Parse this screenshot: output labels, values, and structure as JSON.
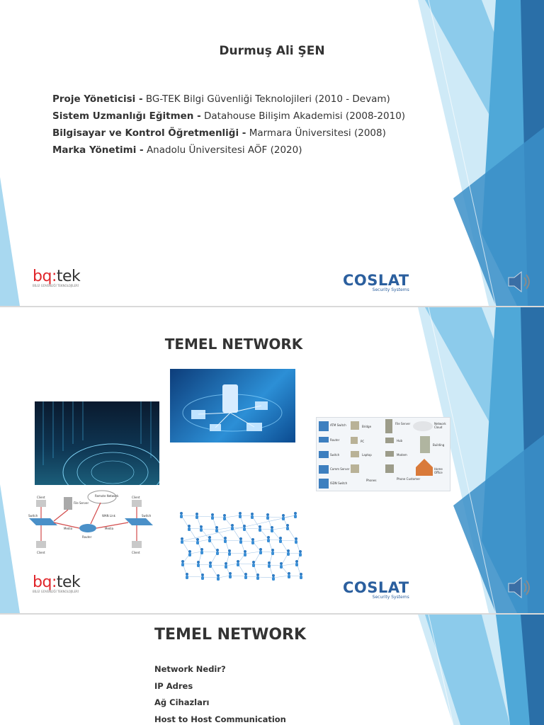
{
  "slide1": {
    "title": "Durmuş Ali ŞEN",
    "cv": [
      {
        "role": "Proje Yöneticisi -",
        "org": " BG-TEK Bilgi Güvenliği Teknolojileri (2010 - Devam)"
      },
      {
        "role": "Sistem Uzmanlığı Eğitmen -",
        "org": " Datahouse Bilişim Akademisi  (2008-2010)"
      },
      {
        "role": "Bilgisayar ve Kontrol Öğretmenliği -",
        "org": " Marmara Üniversitesi (2008)"
      },
      {
        "role": "Marka Yönetimi -",
        "org": " Anadolu Üniversitesi AÖF (2020)"
      }
    ]
  },
  "logos": {
    "bgtek_bq": "bq",
    "bgtek_colon": ":",
    "bgtek_tek": "tek",
    "bgtek_sub": "BİLGİ GÜVENLİĞİ TEKNOLOJİLERİ",
    "coslat": "COSLAT",
    "coslat_sub": "Security Systems"
  },
  "slide2": {
    "title": "TEMEL NETWORK",
    "device_labels": [
      "ATM Switch",
      "Bridge",
      "File Server",
      "Network Cloud",
      "Router",
      "PC",
      "Hub",
      "Building",
      "Switch",
      "Laptop",
      "Modem",
      "Comm Server",
      "Phones",
      "Home Office",
      "ISDN Switch",
      "Phone Customer"
    ],
    "diagram_labels": [
      "Remote Network",
      "Client",
      "Client",
      "File Server",
      "WAN Link",
      "Switch",
      "Switch",
      "Media",
      "Router",
      "Media",
      "Client",
      "Client"
    ]
  },
  "slide3": {
    "title": "TEMEL NETWORK",
    "items": [
      "Network Nedir?",
      "IP Adres",
      "Ağ Cihazları",
      "Host to Host Communication"
    ]
  },
  "colors": {
    "deco_light": "#a8d8f0",
    "deco_mid": "#4fa8d8",
    "deco_dark": "#2a6fa8",
    "accent_red": "#e0262b",
    "coslat_blue": "#2b5f9e"
  }
}
